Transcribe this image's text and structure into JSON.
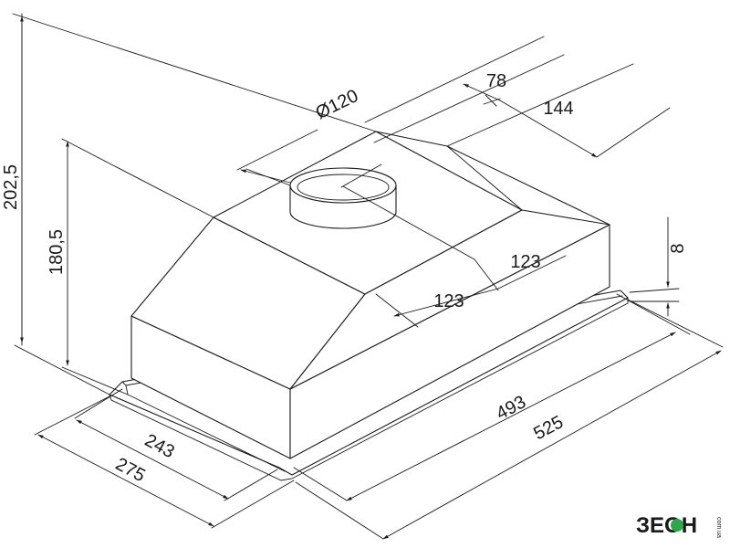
{
  "dimensions": {
    "total_height": "202,5",
    "body_height": "180,5",
    "duct_diameter": "Ø120",
    "duct_offset": "78",
    "duct_to_back": "144",
    "duct_depth_a": "123",
    "duct_depth_b": "123",
    "flange": "8",
    "depth_inner": "243",
    "depth_outer": "275",
    "width_inner": "493",
    "width_outer": "525"
  },
  "logo": {
    "brand": "ЗЕОН",
    "suffix": "com.ua",
    "accent": "#2aa84a"
  },
  "colors": {
    "line": "#1a1a1a",
    "background": "#ffffff"
  }
}
